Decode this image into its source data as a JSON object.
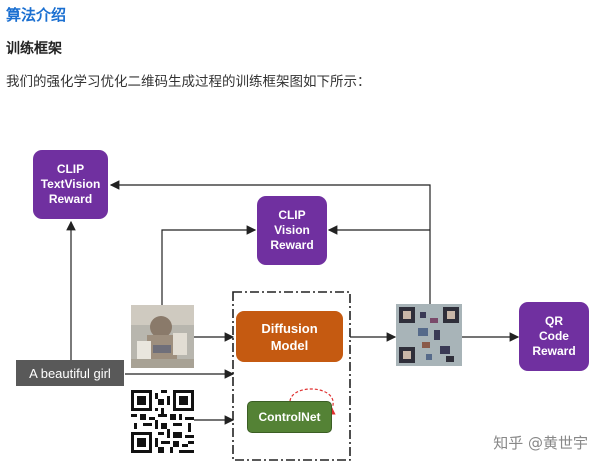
{
  "article": {
    "section_title": "算法介绍",
    "subsection_title": "训练框架",
    "paragraph": "我们的强化学习优化二维码生成过程的训练框架图如下所示："
  },
  "diagram": {
    "clip_textvision": "CLIP\nTextVision\nReward",
    "clip_vision": "CLIP\nVision\nReward",
    "diffusion": "Diffusion\nModel",
    "controlnet": "ControlNet",
    "qr_reward": "QR\nCode\nReward",
    "prompt": "A beautiful girl"
  },
  "watermark": "知乎 @黄世宇",
  "colors": {
    "heading_blue": "#1a6fd1",
    "purple": "#7030a0",
    "orange": "#c55a11",
    "green": "#548235"
  }
}
